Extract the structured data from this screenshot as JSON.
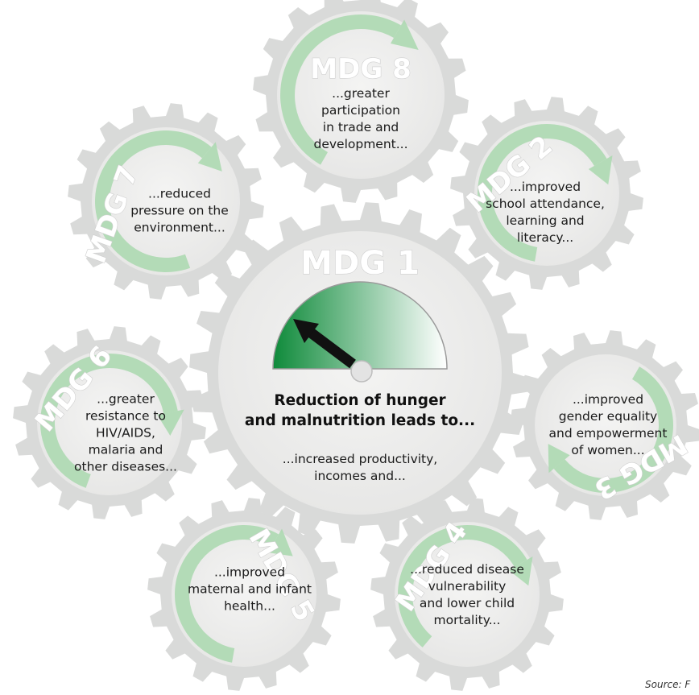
{
  "center": {
    "label": "MDG 1",
    "headline": [
      "Reduction of hunger",
      "and malnutrition leads to..."
    ],
    "subline": [
      "...increased productivity,",
      "incomes and..."
    ]
  },
  "gears": [
    {
      "id": "mdg8",
      "label": "MDG 8",
      "text": [
        "...greater",
        "participation",
        "in trade and",
        "development..."
      ]
    },
    {
      "id": "mdg2",
      "label": "MDG 2",
      "text": [
        "...improved",
        "school attendance,",
        "learning and",
        "literacy..."
      ]
    },
    {
      "id": "mdg3",
      "label": "MDG 3",
      "text": [
        "...improved",
        "gender equality",
        "and empowerment",
        "of women..."
      ]
    },
    {
      "id": "mdg4",
      "label": "MDG 4",
      "text": [
        "...reduced disease",
        "vulnerability",
        "and lower child",
        "mortality..."
      ]
    },
    {
      "id": "mdg5",
      "label": "MDG 5",
      "text": [
        "...improved",
        "maternal and infant",
        "health..."
      ]
    },
    {
      "id": "mdg6",
      "label": "MDG 6",
      "text": [
        "...greater",
        "resistance to",
        "HIV/AIDS,",
        "malaria and",
        "other diseases..."
      ]
    },
    {
      "id": "mdg7",
      "label": "MDG 7",
      "text": [
        "...reduced",
        "pressure on the",
        "environment..."
      ]
    }
  ],
  "colors": {
    "gear_fill": "#d9dad9",
    "gear_inner": "#efefee",
    "arrow_green": "#a9d8ae",
    "gauge_dark": "#0e8a3a",
    "gauge_light": "#ffffff",
    "needle": "#111111"
  },
  "source": "Source: F"
}
